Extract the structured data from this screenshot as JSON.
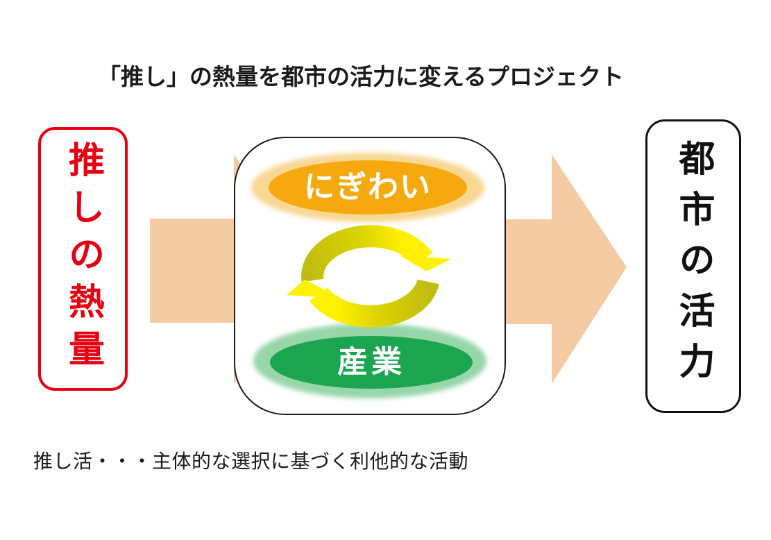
{
  "title": "「推し」の熱量を都市の活力に変えるプロジェクト",
  "flow": {
    "source_box": {
      "label": "推しの熱量"
    },
    "center_box": {
      "top_ellipse_label": "にぎわい",
      "bottom_ellipse_label": "産業"
    },
    "result_box": {
      "label": "都市の活力"
    }
  },
  "footnote": "推し活・・・主体的な選択に基づく利他的な活動",
  "icons": {
    "left_flow_arrow": "right-block-arrow",
    "right_flow_arrow": "right-block-arrow",
    "cycle_arrows": "circular-cycle-arrows"
  },
  "colors": {
    "left_box_red": "#E60012",
    "right_box_black": "#111111",
    "arrow_peach": "#F5CBA3",
    "ellipse_orange": "#F6A90E",
    "ellipse_orange_halo": "#F8D792",
    "ellipse_green": "#1BA550",
    "ellipse_green_halo": "#97D6A9",
    "cycle_olive": "#C2BC10",
    "cycle_mid": "#DCD500",
    "cycle_yellow": "#FFF100",
    "label_white": "#FFFFFF",
    "ink": "#1A1A1A"
  }
}
